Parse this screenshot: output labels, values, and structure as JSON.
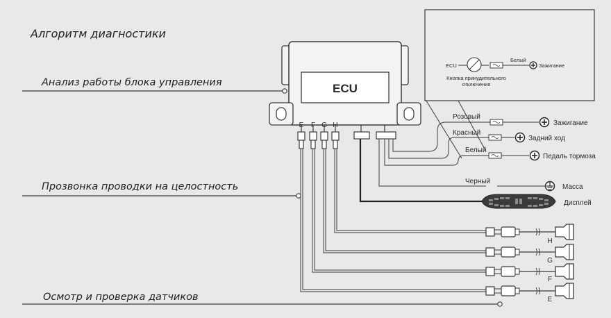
{
  "headings": {
    "title": "Алгоритм диагностики",
    "ecu_analysis": "Анализ работы блока управления",
    "wiring_check": "Прозвонка проводки на целостность",
    "sensor_check": "Осмотр и проверка датчиков"
  },
  "ecu": {
    "label": "ECU",
    "ports": [
      "E",
      "F",
      "G",
      "H"
    ]
  },
  "inset": {
    "ecu_label": "ECU",
    "button_label_line1": "Кнопка принудительного",
    "button_label_line2": "отключения",
    "wire_label": "Белый",
    "terminal_label": "Зажигание"
  },
  "wires": {
    "pink": "Розовый",
    "red": "Красный",
    "white": "Белый",
    "black": "Черный"
  },
  "terminals": {
    "ignition": "Зажигание",
    "reverse": "Задний ход",
    "brake": "Педаль тормоза",
    "ground": "Масса",
    "display": "Дисплей"
  },
  "sensors": [
    "H",
    "G",
    "F",
    "E"
  ],
  "colors": {
    "background": "#e9e9e9",
    "line": "#3a3a3a",
    "wire": "#5a5a5a"
  }
}
